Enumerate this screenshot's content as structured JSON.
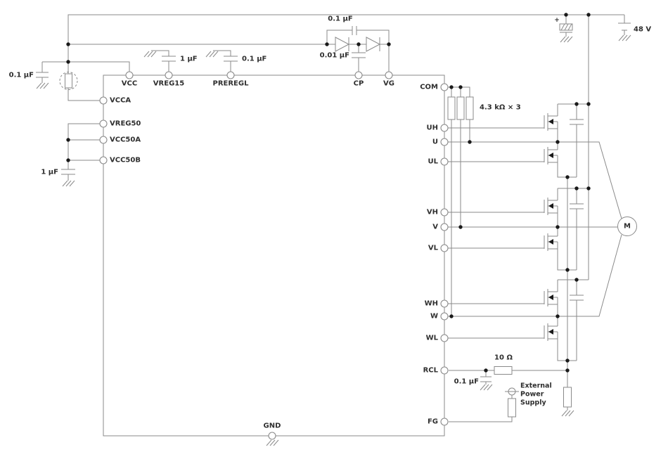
{
  "colors": {
    "wire": "#8a8a8a",
    "text": "#2e2e2e",
    "dot": "#1a1a1a",
    "bg": "#ffffff"
  },
  "pins": {
    "vcc": "VCC",
    "vreg15": "VREG15",
    "preregl": "PREREGL",
    "cp": "CP",
    "vg": "VG",
    "vcca": "VCCA",
    "vreg50": "VREG50",
    "vcc50a": "VCC50A",
    "vcc50b": "VCC50B",
    "com": "COM",
    "uh": "UH",
    "u": "U",
    "ul": "UL",
    "vh": "VH",
    "v": "V",
    "vl": "VL",
    "wh": "WH",
    "w": "W",
    "wl": "WL",
    "rcl": "RCL",
    "fg": "FG",
    "gnd": "GND"
  },
  "values": {
    "cap_vcc": "0.1 µF",
    "cap_vreg15": "1 µF",
    "cap_preregl": "0.1 µF",
    "cap_bridge": "0.1 µF",
    "cap_cp": "0.01 µF",
    "cap_vcc50": "1 µF",
    "res_pullup_bank": "4.3 kΩ × 3",
    "res_rcl": "10 Ω",
    "cap_rcl": "0.1 µF",
    "supply_voltage": "48 V",
    "plus_sign": "+",
    "motor": "M",
    "ext_line1": "External",
    "ext_line2": "Power",
    "ext_line3": "Supply"
  }
}
